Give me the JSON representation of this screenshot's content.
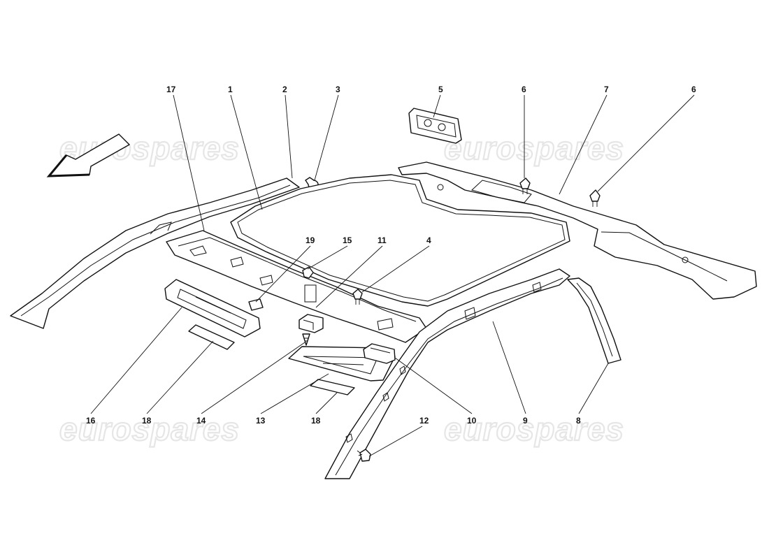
{
  "watermark": {
    "text": "eurospares"
  },
  "callouts": [
    {
      "id": "17",
      "text": "17"
    },
    {
      "id": "1",
      "text": "1"
    },
    {
      "id": "2",
      "text": "2"
    },
    {
      "id": "3",
      "text": "3"
    },
    {
      "id": "5",
      "text": "5"
    },
    {
      "id": "6a",
      "text": "6"
    },
    {
      "id": "7",
      "text": "7"
    },
    {
      "id": "6b",
      "text": "6"
    },
    {
      "id": "19",
      "text": "19"
    },
    {
      "id": "15",
      "text": "15"
    },
    {
      "id": "11",
      "text": "11"
    },
    {
      "id": "4",
      "text": "4"
    },
    {
      "id": "16",
      "text": "16"
    },
    {
      "id": "18a",
      "text": "18"
    },
    {
      "id": "14",
      "text": "14"
    },
    {
      "id": "13",
      "text": "13"
    },
    {
      "id": "18b",
      "text": "18"
    },
    {
      "id": "12",
      "text": "12"
    },
    {
      "id": "10",
      "text": "10"
    },
    {
      "id": "9",
      "text": "9"
    },
    {
      "id": "8",
      "text": "8"
    }
  ]
}
